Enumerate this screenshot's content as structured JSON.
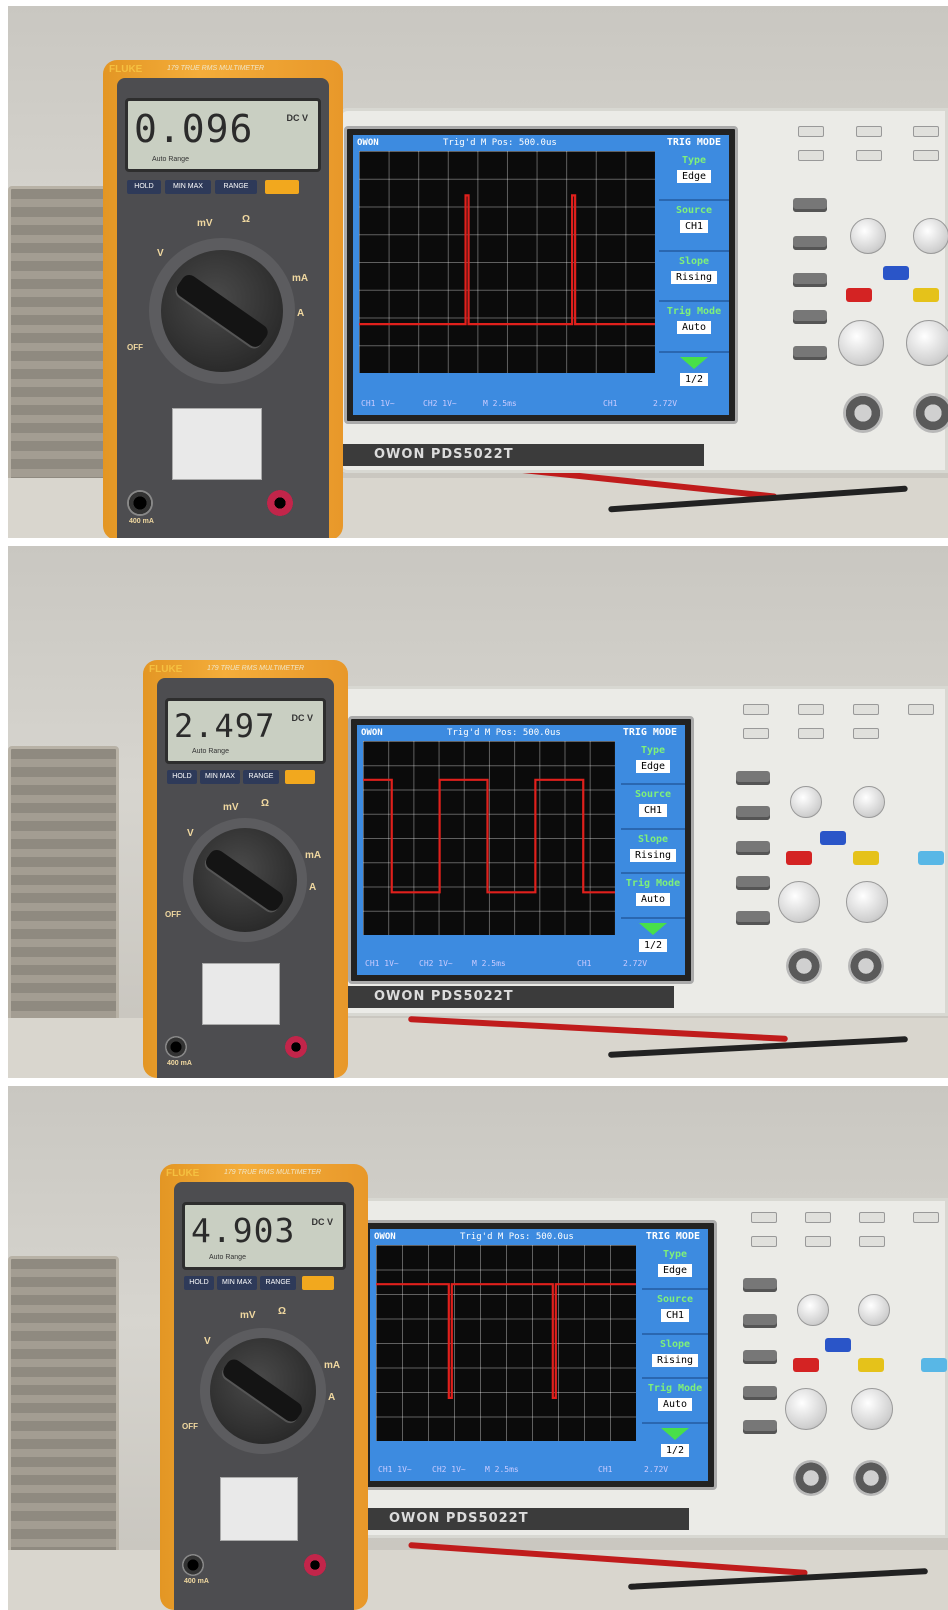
{
  "panels": [
    {
      "meter": {
        "brand": "FLUKE",
        "model": "179 TRUE RMS MULTIMETER",
        "reading": "0.096",
        "unit": "DC V",
        "range_mode": "Auto Range",
        "keys": [
          "HOLD",
          "MIN MAX",
          "RANGE"
        ],
        "dial_symbols": [
          "mV",
          "Ω",
          "V",
          "mA",
          "A",
          "OFF"
        ],
        "jack_label": "400 mA"
      },
      "scope": {
        "logo": "OWON",
        "trigger_status": "Trig'd  M Pos: 500.0us",
        "menu_title": "TRIG MODE",
        "menu": [
          {
            "label": "Type",
            "value": "Edge"
          },
          {
            "label": "Source",
            "value": "CH1"
          },
          {
            "label": "Slope",
            "value": "Rising"
          },
          {
            "label": "Trig Mode",
            "value": "Auto"
          }
        ],
        "page": "1/2",
        "footer": {
          "ch1": "CH1 1V~",
          "ch2": "CH2 1V~",
          "timebase": "M 2.5ms",
          "trig_source": "CH1",
          "trig_level": "2.72V"
        },
        "model_strip": "OWON PDS5022T",
        "waveform": {
          "low_level": 0.0,
          "high_level": 1.0,
          "duty_cycle": 0.02,
          "pulse_x": [
            0.36,
            0.72
          ]
        }
      }
    },
    {
      "meter": {
        "brand": "FLUKE",
        "model": "179 TRUE RMS MULTIMETER",
        "reading": "2.497",
        "unit": "DC V",
        "range_mode": "Auto Range",
        "keys": [
          "HOLD",
          "MIN MAX",
          "RANGE"
        ],
        "dial_symbols": [
          "mV",
          "Ω",
          "V",
          "mA",
          "A",
          "OFF"
        ],
        "jack_label": "400 mA"
      },
      "scope": {
        "logo": "OWON",
        "trigger_status": "Trig'd  M Pos: 500.0us",
        "menu_title": "TRIG MODE",
        "menu": [
          {
            "label": "Type",
            "value": "Edge"
          },
          {
            "label": "Source",
            "value": "CH1"
          },
          {
            "label": "Slope",
            "value": "Rising"
          },
          {
            "label": "Trig Mode",
            "value": "Auto"
          }
        ],
        "page": "1/2",
        "footer": {
          "ch1": "CH1 1V~",
          "ch2": "CH2 1V~",
          "timebase": "M 2.5ms",
          "trig_source": "CH1",
          "trig_level": "2.72V"
        },
        "model_strip": "OWON PDS5022T",
        "waveform": {
          "low_level": 0.0,
          "high_level": 1.0,
          "duty_cycle": 0.5
        }
      }
    },
    {
      "meter": {
        "brand": "FLUKE",
        "model": "179 TRUE RMS MULTIMETER",
        "reading": "4.903",
        "unit": "DC V",
        "range_mode": "Auto Range",
        "keys": [
          "HOLD",
          "MIN MAX",
          "RANGE"
        ],
        "dial_symbols": [
          "mV",
          "Ω",
          "V",
          "mA",
          "A",
          "OFF"
        ],
        "jack_label": "400 mA"
      },
      "scope": {
        "logo": "OWON",
        "trigger_status": "Trig'd  M Pos: 500.0us",
        "menu_title": "TRIG MODE",
        "menu": [
          {
            "label": "Type",
            "value": "Edge"
          },
          {
            "label": "Source",
            "value": "CH1"
          },
          {
            "label": "Slope",
            "value": "Rising"
          },
          {
            "label": "Trig Mode",
            "value": "Auto"
          }
        ],
        "page": "1/2",
        "footer": {
          "ch1": "CH1 1V~",
          "ch2": "CH2 1V~",
          "timebase": "M 2.5ms",
          "trig_source": "CH1",
          "trig_level": "2.72V"
        },
        "model_strip": "OWON PDS5022T",
        "waveform": {
          "low_level": 0.0,
          "high_level": 1.0,
          "duty_cycle": 0.98,
          "pulse_x": [
            0.28,
            0.68
          ]
        }
      }
    }
  ],
  "colors": {
    "trace": "#e0201c",
    "lcd_blue": "#3d8be0",
    "menu_green": "#7ff07a",
    "meter_yellow": "#f4ad3a"
  }
}
